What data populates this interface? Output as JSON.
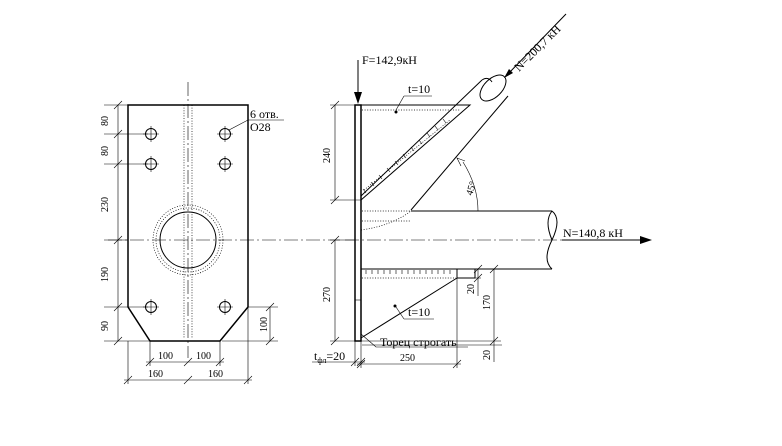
{
  "front_view": {
    "holes_note_line1": "6 отв.",
    "holes_note_line2": "O28",
    "dim_80_top": "80",
    "dim_80_second": "80",
    "dim_230": "230",
    "dim_190": "190",
    "dim_90": "90",
    "dim_100_right": "100",
    "dim_100_bottom_left": "100",
    "dim_100_bottom_right": "100",
    "dim_160_left": "160",
    "dim_160_right": "160"
  },
  "side_view": {
    "force_f": "F=142,9кН",
    "force_n_diag": "N=200,7 кН",
    "force_n_horiz": "N=140,8 кН",
    "rib_top": "t=10",
    "rib_bottom": "t=10",
    "angle": "45°",
    "dim_240": "240",
    "dim_270": "270",
    "dim_20_a": "20",
    "dim_170": "170",
    "dim_20_b": "20",
    "dim_250": "250",
    "plate_t": "t",
    "plate_sub": "фл",
    "plate_value": "=20",
    "end_note": "Торец строгать"
  }
}
